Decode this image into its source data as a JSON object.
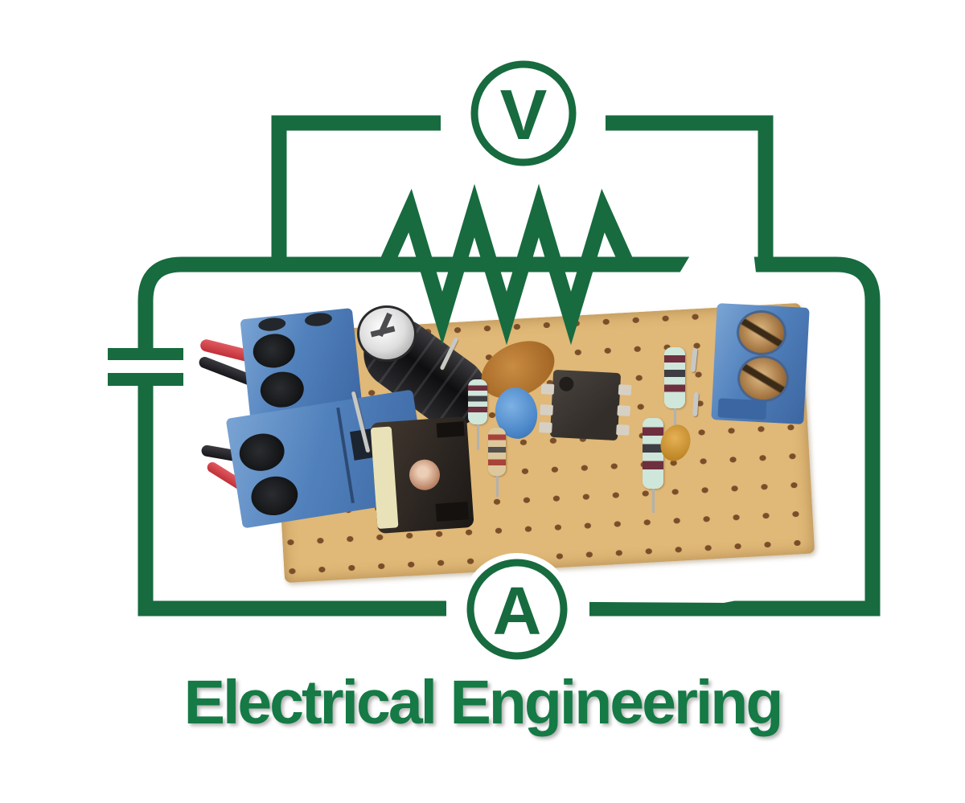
{
  "logo": {
    "voltmeter_label": "V",
    "ammeter_label": "A",
    "title": "Electrical Engineering"
  },
  "colors": {
    "schematic_green": "#176b3f",
    "title_green": "#157a45",
    "background": "#ffffff",
    "board_tan": "#e0b877",
    "board_hole_brown": "#7b4e2a",
    "terminal_block_blue": "#5181bc",
    "photo_backdrop": "#ffffff"
  },
  "schematic": {
    "elements": [
      "voltmeter-circle",
      "ammeter-circle",
      "resistor-zigzag",
      "capacitor-bars",
      "wire-loop"
    ]
  },
  "photo": {
    "components": [
      "terminal-block-upper-left",
      "terminal-block-lower-left",
      "terminal-block-right",
      "electrolytic-capacitor",
      "to220-voltage-regulator",
      "dip8-ic",
      "brown-disc-capacitor",
      "blue-disc-capacitor",
      "mint-resistor",
      "beige-resistor",
      "orange-capacitor",
      "red-wire",
      "black-wire",
      "jumper-wire",
      "perfboard"
    ]
  }
}
